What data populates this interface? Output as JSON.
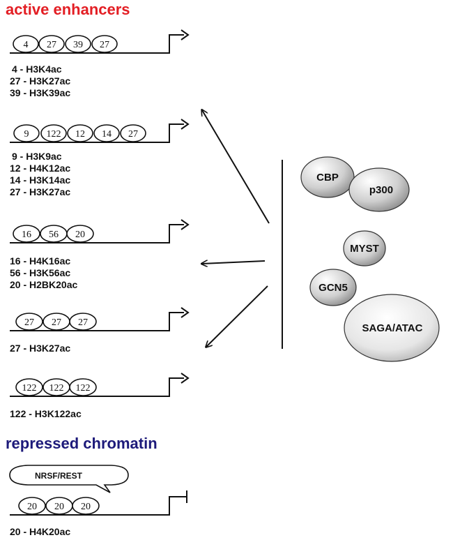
{
  "active_heading": "active enhancers",
  "repressed_heading": "repressed chromatin",
  "active_groups": [
    {
      "marks": [
        "4",
        "27",
        "39",
        "27"
      ],
      "legend": [
        "4 - H3K4ac",
        "27 - H3K27ac",
        "39 - H3K39ac"
      ]
    },
    {
      "marks": [
        "9",
        "122",
        "12",
        "14",
        "27"
      ],
      "legend": [
        "9 - H3K9ac",
        "12 - H4K12ac",
        "14 - H3K14ac",
        "27 - H3K27ac"
      ]
    },
    {
      "marks": [
        "16",
        "56",
        "20"
      ],
      "legend": [
        "16 - H4K16ac",
        "56 - H3K56ac",
        "20 - H2BK20ac"
      ]
    },
    {
      "marks": [
        "27",
        "27",
        "27"
      ],
      "legend": [
        "27 - H3K27ac"
      ]
    },
    {
      "marks": [
        "122",
        "122",
        "122"
      ],
      "legend": [
        "122 - H3K122ac"
      ]
    }
  ],
  "repressed_group": {
    "repressor": "NRSF/REST",
    "marks": [
      "20",
      "20",
      "20"
    ],
    "legend": [
      "20 - H4K20ac"
    ]
  },
  "enzymes": [
    "CBP",
    "p300",
    "MYST",
    "GCN5",
    "SAGA/ATAC"
  ]
}
